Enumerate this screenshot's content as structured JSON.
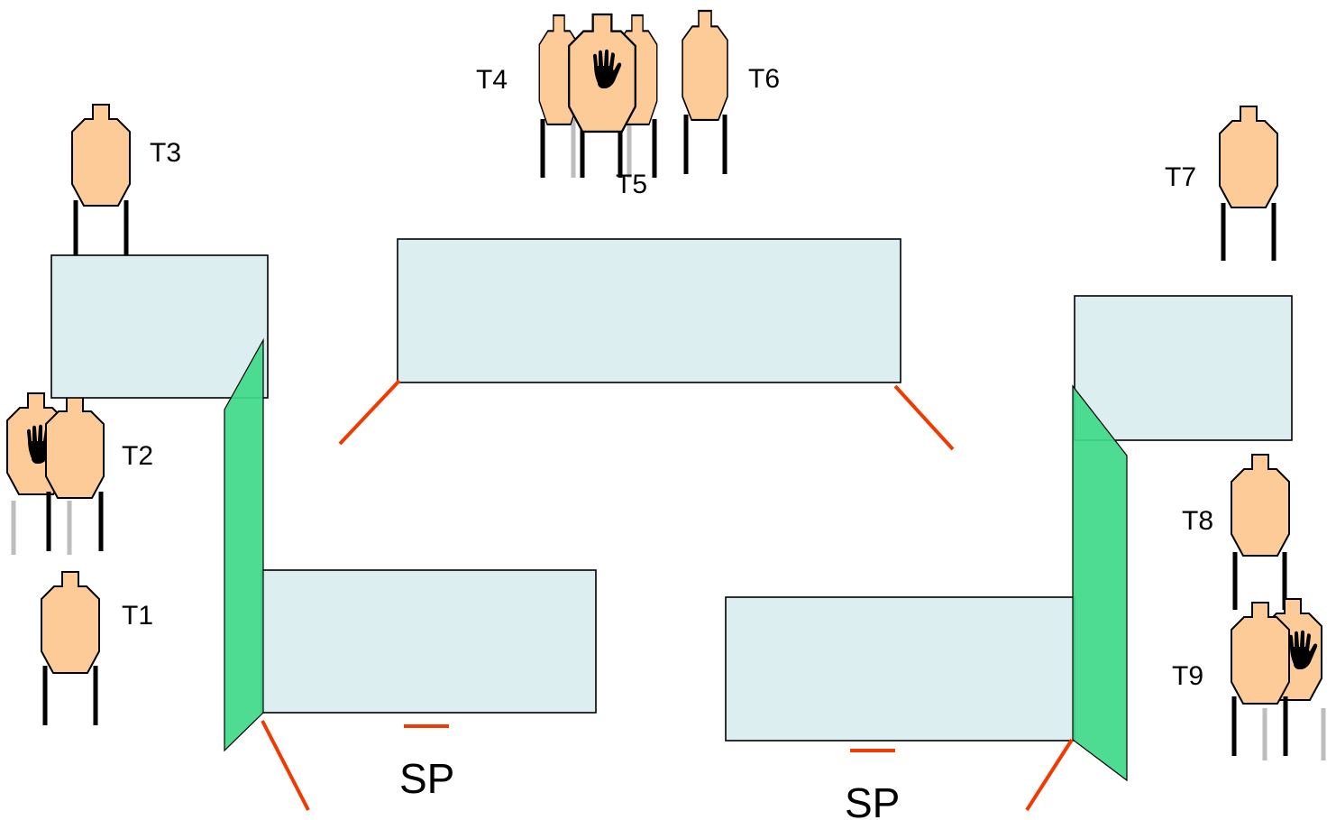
{
  "targets": [
    {
      "id": "t1",
      "label": "T1",
      "kind": "shoot"
    },
    {
      "id": "t2",
      "label": "T2",
      "kind": "shoot-with-no-shoot"
    },
    {
      "id": "t3",
      "label": "T3",
      "kind": "shoot"
    },
    {
      "id": "t4",
      "label": "T4",
      "kind": "shoot"
    },
    {
      "id": "t5",
      "label": "T5",
      "kind": "shoot-with-no-shoot"
    },
    {
      "id": "t6",
      "label": "T6",
      "kind": "shoot"
    },
    {
      "id": "t7",
      "label": "T7",
      "kind": "shoot"
    },
    {
      "id": "t8",
      "label": "T8",
      "kind": "shoot"
    },
    {
      "id": "t9",
      "label": "T9",
      "kind": "shoot-with-no-shoot"
    }
  ],
  "start_positions": [
    {
      "id": "sp-left",
      "label": "SP"
    },
    {
      "id": "sp-right",
      "label": "SP"
    }
  ],
  "icons": {
    "no_shoot": "hand-icon"
  },
  "colors": {
    "target_fill": "#fccb98",
    "barricade_fill": "#ddeef1",
    "wall_fill": "#3fd98a",
    "fault_line": "#f23a00",
    "back_leg": "#bdbdbd"
  }
}
